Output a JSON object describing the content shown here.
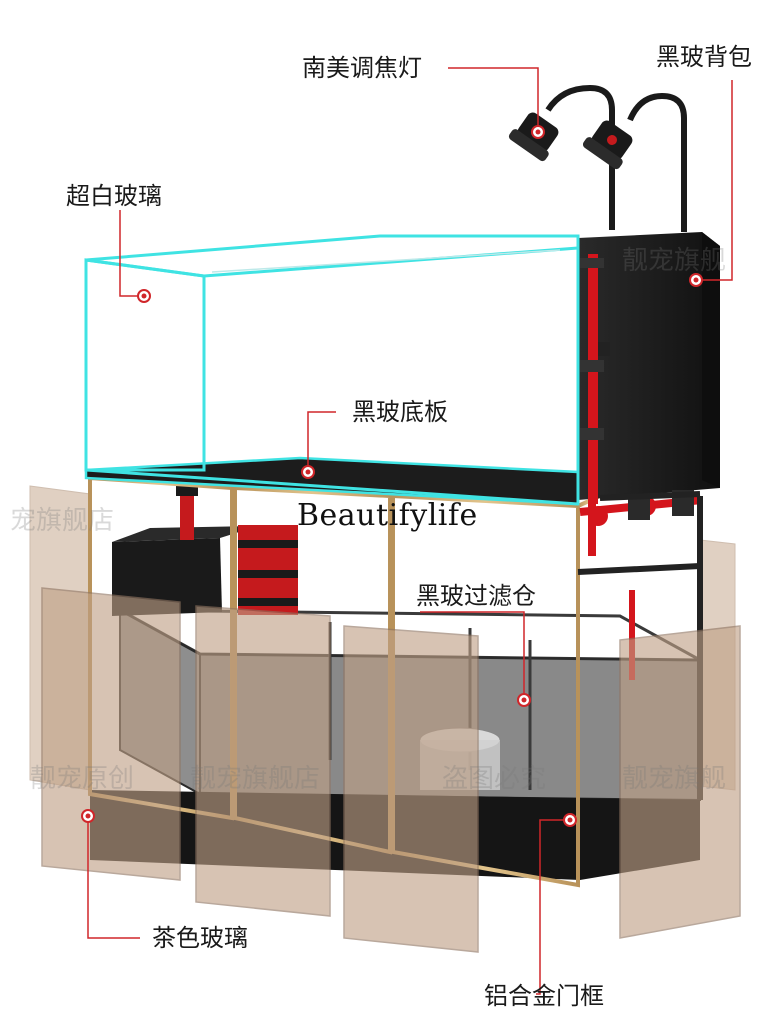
{
  "labels": {
    "lamp": "南美调焦灯",
    "backpack": "黑玻背包",
    "ultra_clear_glass": "超白玻璃",
    "bottom_plate": "黑玻底板",
    "filter_sump": "黑玻过滤仓",
    "tea_glass": "茶色玻璃",
    "door_frame": "铝合金门框"
  },
  "brand_text": "Beautifylife",
  "watermarks": [
    "靓宠旗舰",
    "宠旗舰店",
    "靓宠旗舰店",
    "盗图必究",
    "靓宠旗舰",
    "靓宠原创"
  ],
  "colors": {
    "glass_edge": "#3fe3e3",
    "gold_frame": "#c9a464",
    "tea_glass": "#b79a82",
    "callout": "#d0262a",
    "plumbing_red": "#d4151c",
    "black_glass": "#1c1c1c"
  }
}
